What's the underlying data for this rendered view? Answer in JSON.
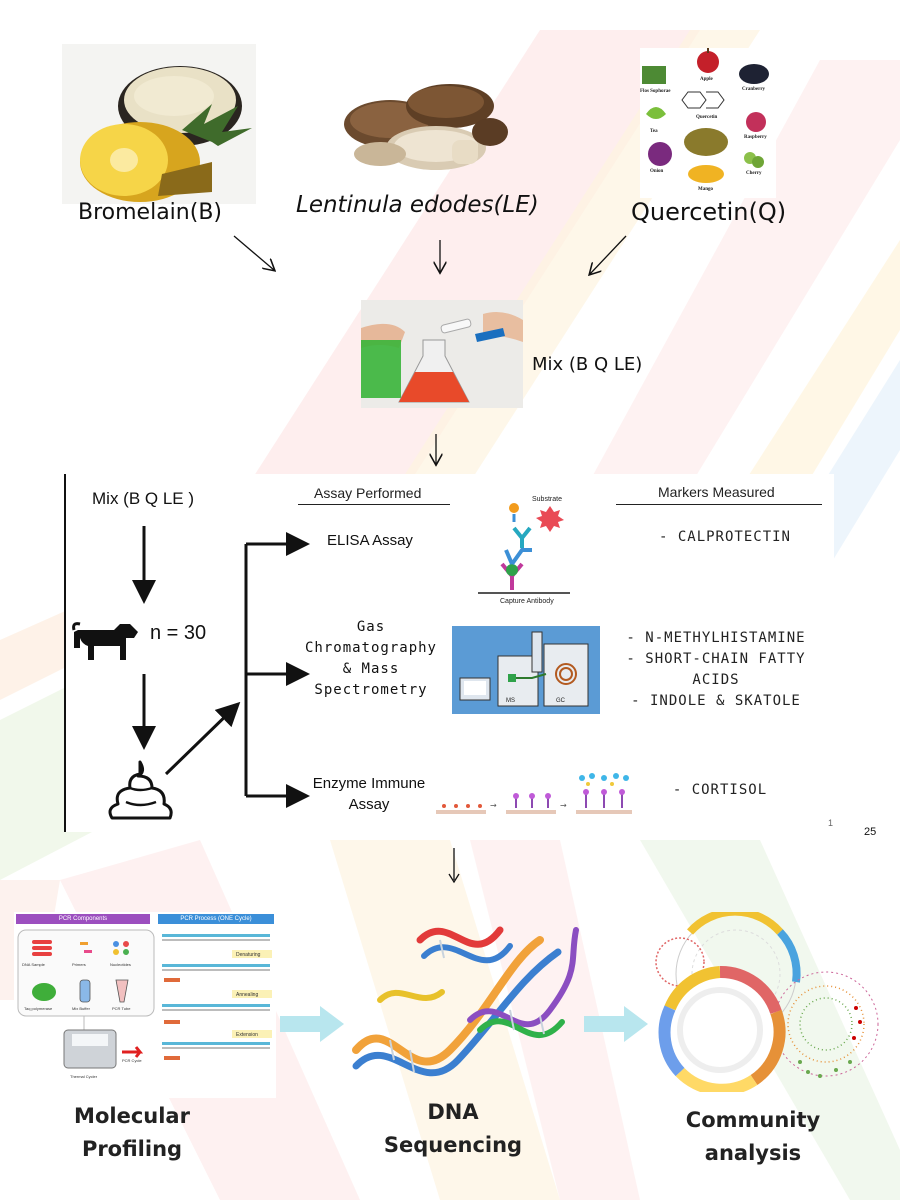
{
  "sources": {
    "bromelain": "Bromelain(B)",
    "lentinula": "Lentinula edodes(LE)",
    "quercetin": "Quercetin(Q)"
  },
  "quercetin_collage": {
    "labels": [
      "Flos Sophorae",
      "Apple",
      "Cranberry",
      "Quercetin",
      "Tea",
      "Raspberry",
      "Onion",
      "Cherry",
      "Mango"
    ]
  },
  "mix_label": "Mix (B Q LE)",
  "study": {
    "mix_label": "Mix (B  Q  LE )",
    "n_label": "n = 30",
    "headers": {
      "assay": "Assay Performed",
      "markers": "Markers Measured"
    },
    "assays": [
      {
        "name_lines": [
          "ELISA Assay"
        ],
        "markers": [
          "- CALPROTECTIN"
        ]
      },
      {
        "name_lines": [
          "Gas",
          "Chromatography",
          "& Mass",
          "Spectrometry"
        ],
        "markers": [
          "- N-METHYLHISTAMINE",
          "- SHORT-CHAIN FATTY",
          "ACIDS",
          "- INDOLE & SKATOLE"
        ]
      },
      {
        "name_lines": [
          "Enzyme Immune",
          "Assay"
        ],
        "markers": [
          "- CORTISOL"
        ]
      }
    ],
    "elisa_labels": {
      "substrate": "Substrate",
      "capture": "Capture Antibody"
    },
    "gcms_labels": {
      "ms": "MS",
      "gc": "GC"
    },
    "page_mark": "1",
    "page_number": "25"
  },
  "pcr": {
    "components_title": "PCR Components",
    "process_title": "PCR Process (ONE Cycle)",
    "components": [
      "DNA Sample",
      "Primers",
      "Nucleotides",
      "Taq polymerase",
      "Mix Buffer",
      "PCR Tube"
    ],
    "steps": [
      "Denaturing",
      "Annealing",
      "Extension"
    ],
    "machine_label": "Thermal Cycler",
    "cycle_label": "PCR Cycle"
  },
  "bottom_labels": {
    "molecular": [
      "Molecular",
      "Profiling"
    ],
    "sequencing": [
      "DNA",
      "Sequencing"
    ],
    "community": [
      "Community",
      "analysis"
    ]
  },
  "colors": {
    "arrow": "#111111",
    "flow_arrow": "#b8e6ee",
    "pcr_purple": "#9c4fbf",
    "pcr_blue": "#3b8fd9"
  }
}
